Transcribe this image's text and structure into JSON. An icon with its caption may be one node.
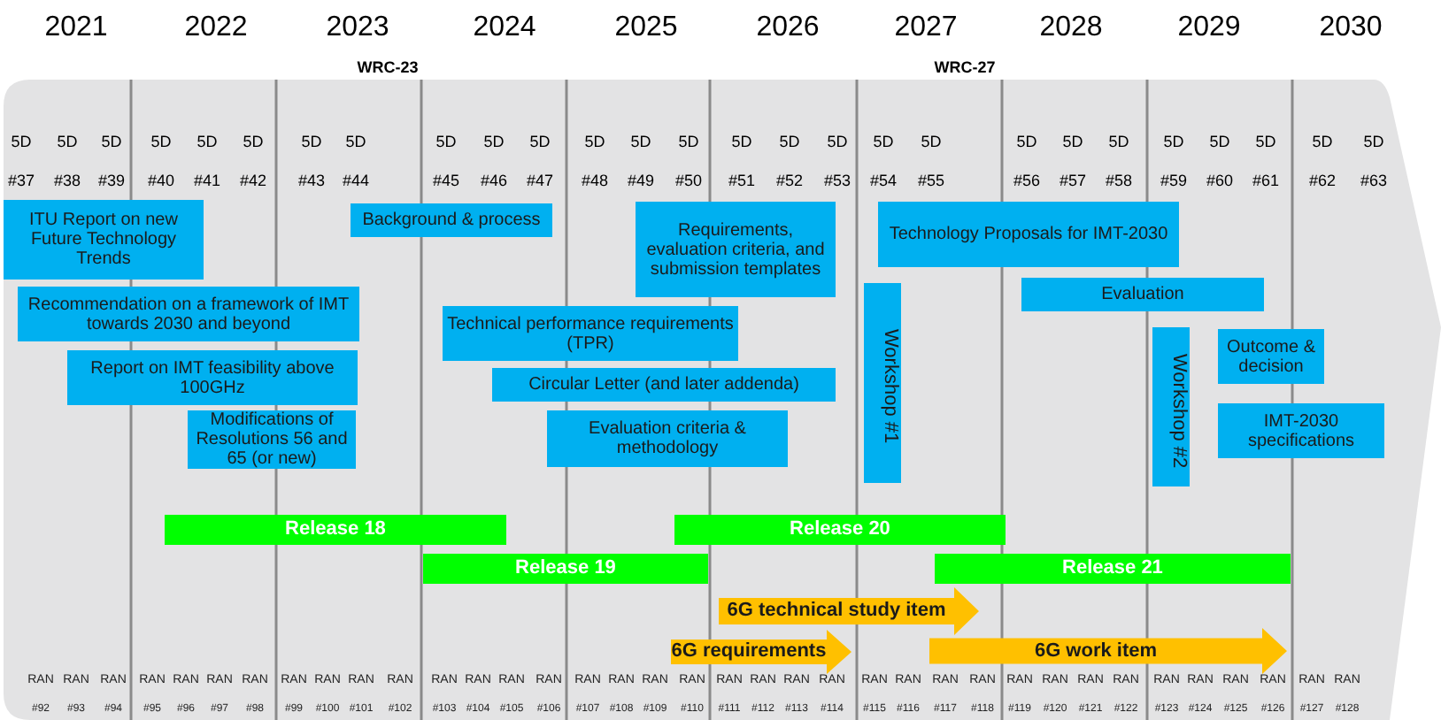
{
  "diagram": {
    "nodes": [
      {
        "text": [
          "ITU Report on new Future Technology Trends"
        ]
      },
      {
        "text": [
          "Recommendation on a framework of IMT towards 2030 and beyond"
        ]
      },
      {
        "text": [
          "Report on IMT feasibility above 100GHz"
        ]
      },
      {
        "text": [
          "Modifications of Resolutions 56 and 65 (or new)"
        ]
      },
      {
        "text": [
          "Background & process"
        ]
      },
      {
        "text": [
          "Requirements, evaluation criteria, and submission templates"
        ]
      },
      {
        "text": [
          "Technical performance requirements (TPR)"
        ]
      },
      {
        "text": [
          "Circular Letter (and later addenda)"
        ]
      },
      {
        "text": [
          "Evaluation criteria & methodology"
        ]
      },
      {
        "text": [
          "Technology Proposals for IMT-2030"
        ]
      },
      {
        "text": [
          "Workshop #1"
        ]
      },
      {
        "text": [
          "Evaluation"
        ]
      },
      {
        "text": [
          "Workshop #2"
        ]
      },
      {
        "text": [
          "Outcome & decision"
        ]
      },
      {
        "text": [
          "IMT-2030 specifications"
        ]
      },
      {
        "text": [
          "Release 18"
        ]
      },
      {
        "text": [
          "Release 19"
        ]
      },
      {
        "text": [
          "Release 20"
        ]
      },
      {
        "text": [
          "Release 21"
        ]
      },
      {
        "text": [
          "6G technical study item"
        ]
      },
      {
        "text": [
          "6G requirements"
        ]
      },
      {
        "text": [
          "6G work item"
        ]
      }
    ],
    "labels": [
      "2021",
      "2022",
      "2023",
      "2024",
      "2025",
      "2026",
      "2027",
      "2028",
      "2029",
      "2030",
      "WRC-23",
      "WRC-27",
      "5D",
      "#37",
      "5D",
      "#38",
      "5D",
      "#39",
      "5D",
      "#40",
      "5D",
      "#41",
      "5D",
      "#42",
      "5D",
      "#43",
      "5D",
      "#44",
      "5D",
      "#45",
      "5D",
      "#46",
      "5D",
      "#47",
      "5D",
      "#48",
      "5D",
      "#49",
      "5D",
      "#50",
      "5D",
      "#51",
      "5D",
      "#52",
      "5D",
      "#53",
      "5D",
      "#54",
      "5D",
      "#55",
      "5D",
      "#56",
      "5D",
      "#57",
      "5D",
      "#58",
      "5D",
      "#59",
      "5D",
      "#60",
      "5D",
      "#61",
      "5D",
      "#62",
      "5D",
      "#63",
      "RAN",
      "#92",
      "RAN",
      "#93",
      "RAN",
      "#94",
      "RAN",
      "#95",
      "RAN",
      "#96",
      "RAN",
      "#97",
      "RAN",
      "#98",
      "RAN",
      "#99",
      "RAN",
      "#100",
      "RAN",
      "#101",
      "RAN",
      "#102",
      "RAN",
      "#103",
      "RAN",
      "#104",
      "RAN",
      "#105",
      "RAN",
      "#106",
      "RAN",
      "#107",
      "RAN",
      "#108",
      "RAN",
      "#109",
      "RAN",
      "#110",
      "RAN",
      "#111",
      "RAN",
      "#112",
      "RAN",
      "#113",
      "RAN",
      "#114",
      "RAN",
      "#115",
      "RAN",
      "#116",
      "RAN",
      "#117",
      "RAN",
      "#118",
      "RAN",
      "#119",
      "RAN",
      "#120",
      "RAN",
      "#121",
      "RAN",
      "#122",
      "RAN",
      "#123",
      "RAN",
      "#124",
      "RAN",
      "#125",
      "RAN",
      "#126",
      "RAN",
      "#127",
      "RAN",
      "#128"
    ]
  }
}
